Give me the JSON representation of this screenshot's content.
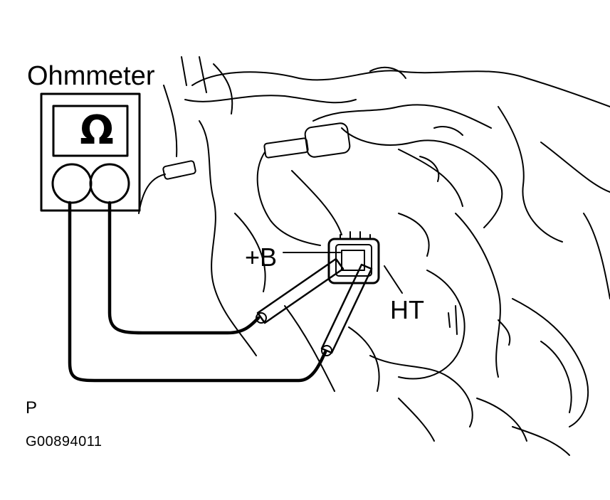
{
  "figure": {
    "meter_label": "Ohmmeter",
    "omega_symbol": "Ω",
    "terminal_b": "+B",
    "terminal_ht": "HT",
    "view_marker": "P",
    "figure_id": "G00894011"
  },
  "colors": {
    "ink": "#000000",
    "paper": "#ffffff"
  }
}
